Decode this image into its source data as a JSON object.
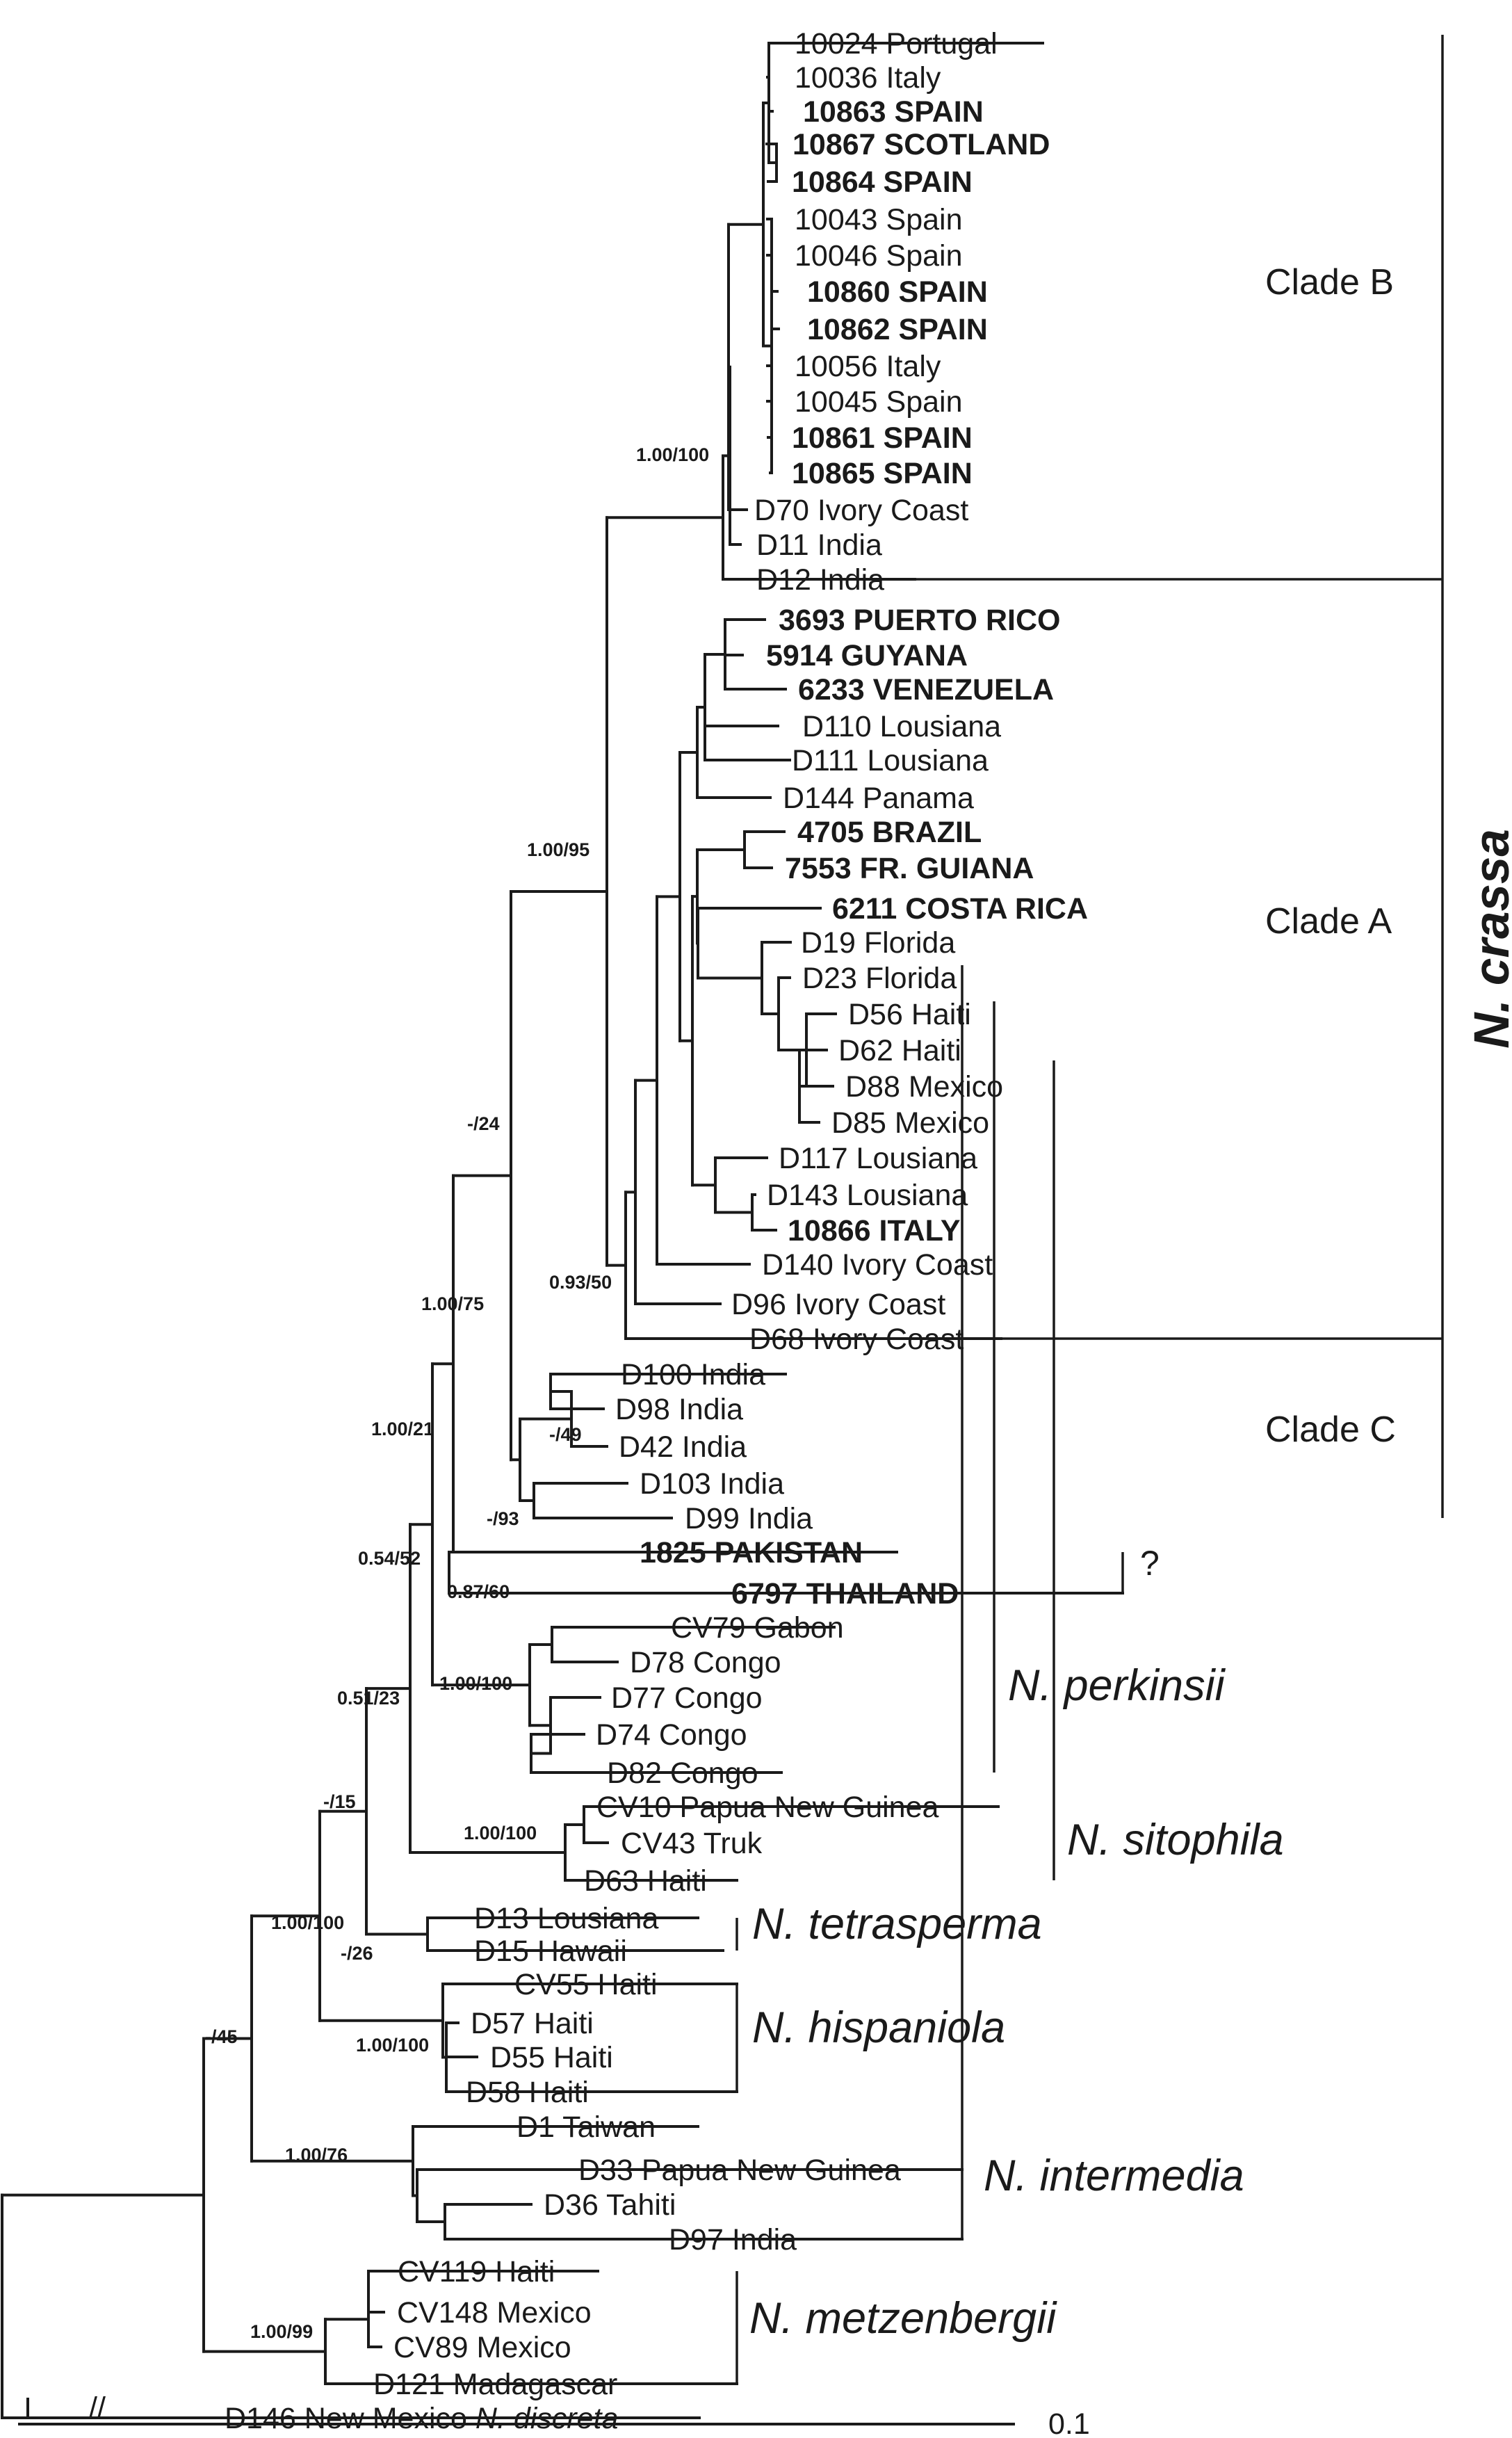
{
  "tree": {
    "taxa": [
      {
        "id": "t1",
        "label": "10024 Portugal",
        "bold": false
      },
      {
        "id": "t2",
        "label": "10036 Italy",
        "bold": false
      },
      {
        "id": "t3",
        "label": "10863 SPAIN",
        "bold": true
      },
      {
        "id": "t4",
        "label": "10867 SCOTLAND",
        "bold": true
      },
      {
        "id": "t5",
        "label": "10864 SPAIN",
        "bold": true
      },
      {
        "id": "t6",
        "label": "10043 Spain",
        "bold": false
      },
      {
        "id": "t7",
        "label": "10046 Spain",
        "bold": false
      },
      {
        "id": "t8",
        "label": "10860 SPAIN",
        "bold": true
      },
      {
        "id": "t9",
        "label": "10862 SPAIN",
        "bold": true
      },
      {
        "id": "t10",
        "label": "10056 Italy",
        "bold": false
      },
      {
        "id": "t11",
        "label": "10045 Spain",
        "bold": false
      },
      {
        "id": "t12",
        "label": "10861 SPAIN",
        "bold": true
      },
      {
        "id": "t13",
        "label": "10865 SPAIN",
        "bold": true
      },
      {
        "id": "t14",
        "label": "D70 Ivory Coast",
        "bold": false
      },
      {
        "id": "t15",
        "label": "D11 India",
        "bold": false
      },
      {
        "id": "t16",
        "label": "D12 India",
        "bold": false
      },
      {
        "id": "t17",
        "label": "3693 PUERTO RICO",
        "bold": true
      },
      {
        "id": "t18",
        "label": "5914 GUYANA",
        "bold": true
      },
      {
        "id": "t19",
        "label": "6233 VENEZUELA",
        "bold": true
      },
      {
        "id": "t20",
        "label": "D110 Lousiana",
        "bold": false
      },
      {
        "id": "t21",
        "label": "D111 Lousiana",
        "bold": false
      },
      {
        "id": "t22",
        "label": "D144 Panama",
        "bold": false
      },
      {
        "id": "t23",
        "label": "4705 BRAZIL",
        "bold": true
      },
      {
        "id": "t24",
        "label": "7553 FR. GUIANA",
        "bold": true
      },
      {
        "id": "t25",
        "label": "6211 COSTA RICA",
        "bold": true
      },
      {
        "id": "t26",
        "label": "D19 Florida",
        "bold": false
      },
      {
        "id": "t27",
        "label": "D23 Florida",
        "bold": false
      },
      {
        "id": "t28",
        "label": "D56 Haiti",
        "bold": false
      },
      {
        "id": "t29",
        "label": "D62 Haiti",
        "bold": false
      },
      {
        "id": "t30",
        "label": "D88 Mexico",
        "bold": false
      },
      {
        "id": "t31",
        "label": "D85 Mexico",
        "bold": false
      },
      {
        "id": "t32",
        "label": "D117 Lousiana",
        "bold": false
      },
      {
        "id": "t33",
        "label": "D143 Lousiana",
        "bold": false
      },
      {
        "id": "t34",
        "label": "10866 ITALY",
        "bold": true
      },
      {
        "id": "t35",
        "label": "D140 Ivory Coast",
        "bold": false
      },
      {
        "id": "t36",
        "label": "D96 Ivory Coast",
        "bold": false
      },
      {
        "id": "t37",
        "label": "D68 Ivory Coast",
        "bold": false
      },
      {
        "id": "t38",
        "label": "D100 India",
        "bold": false
      },
      {
        "id": "t39",
        "label": "D98 India",
        "bold": false
      },
      {
        "id": "t40",
        "label": "D42 India",
        "bold": false
      },
      {
        "id": "t41",
        "label": "D103 India",
        "bold": false
      },
      {
        "id": "t42",
        "label": "D99 India",
        "bold": false
      },
      {
        "id": "t43",
        "label": "1825 PAKISTAN",
        "bold": true
      },
      {
        "id": "t44",
        "label": "6797 THAILAND",
        "bold": true
      },
      {
        "id": "t45",
        "label": "CV79 Gabon",
        "bold": false
      },
      {
        "id": "t46",
        "label": "D78 Congo",
        "bold": false
      },
      {
        "id": "t47",
        "label": "D77 Congo",
        "bold": false
      },
      {
        "id": "t48",
        "label": "D74 Congo",
        "bold": false
      },
      {
        "id": "t49",
        "label": "D82 Congo",
        "bold": false
      },
      {
        "id": "t50",
        "label": "CV10 Papua New Guinea",
        "bold": false
      },
      {
        "id": "t51",
        "label": "CV43 Truk",
        "bold": false
      },
      {
        "id": "t52",
        "label": "D63 Haiti",
        "bold": false
      },
      {
        "id": "t53",
        "label": "D13 Lousiana",
        "bold": false
      },
      {
        "id": "t54",
        "label": "D15 Hawaii",
        "bold": false
      },
      {
        "id": "t55",
        "label": "CV55 Haiti",
        "bold": false
      },
      {
        "id": "t56",
        "label": "D57 Haiti",
        "bold": false
      },
      {
        "id": "t57",
        "label": "D55 Haiti",
        "bold": false
      },
      {
        "id": "t58",
        "label": "D58 Haiti",
        "bold": false
      },
      {
        "id": "t59",
        "label": "D1 Taiwan",
        "bold": false
      },
      {
        "id": "t60",
        "label": "D33 Papua New Guinea",
        "bold": false
      },
      {
        "id": "t61",
        "label": "D36 Tahiti",
        "bold": false
      },
      {
        "id": "t62",
        "label": "D97 India",
        "bold": false
      },
      {
        "id": "t63",
        "label": "CV119 Haiti",
        "bold": false
      },
      {
        "id": "t64",
        "label": "CV148 Mexico",
        "bold": false
      },
      {
        "id": "t65",
        "label": "CV89 Mexico",
        "bold": false
      },
      {
        "id": "t66",
        "label": "D121 Madagascar",
        "bold": false
      },
      {
        "id": "t67",
        "label": "D146 New Mexico",
        "bold": false,
        "suffix": "N. discreta"
      }
    ],
    "support_values": [
      {
        "id": "s1",
        "label": "1.00/100"
      },
      {
        "id": "s2",
        "label": "1.00/95"
      },
      {
        "id": "s3",
        "label": "-/24"
      },
      {
        "id": "s4",
        "label": "1.00/75"
      },
      {
        "id": "s5",
        "label": "0.93/50"
      },
      {
        "id": "s6",
        "label": "1.00/21"
      },
      {
        "id": "s7",
        "label": "-/49"
      },
      {
        "id": "s8",
        "label": "-/93"
      },
      {
        "id": "s9",
        "label": "0.54/52"
      },
      {
        "id": "s10",
        "label": "0.87/60"
      },
      {
        "id": "s11",
        "label": "0.51/23"
      },
      {
        "id": "s12",
        "label": "1.00/100"
      },
      {
        "id": "s13",
        "label": "-/15"
      },
      {
        "id": "s14",
        "label": "1.00/100"
      },
      {
        "id": "s15",
        "label": "-/26"
      },
      {
        "id": "s16",
        "label": "1.00/100"
      },
      {
        "id": "s17",
        "label": "1.00/100"
      },
      {
        "id": "s18",
        "label": "-/45"
      },
      {
        "id": "s19",
        "label": "1.00/76"
      },
      {
        "id": "s20",
        "label": "1.00/99"
      }
    ],
    "clade_labels": {
      "clade_b": "Clade B",
      "clade_a": "Clade A",
      "clade_c": "Clade C",
      "unresolved": "?"
    },
    "species_labels": {
      "crassa": "N. crassa",
      "perkinsii": "N. perkinsii",
      "sitophila": "N. sitophila",
      "tetrasperma": "N. tetrasperma",
      "hispaniola": "N. hispaniola",
      "intermedia": "N. intermedia",
      "metzenbergii": "N. metzenbergii"
    },
    "break_mark": "//",
    "scale_bar": {
      "label": "0.1"
    }
  }
}
